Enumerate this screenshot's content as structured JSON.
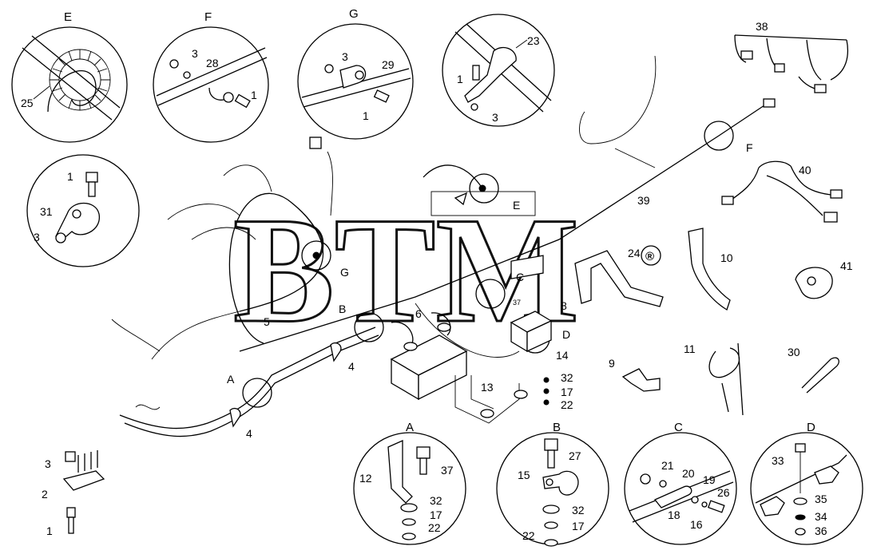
{
  "watermark": {
    "text": "BTM",
    "mark": "®"
  },
  "detail_views": [
    "E",
    "F",
    "G",
    "A",
    "B",
    "C",
    "D"
  ],
  "callouts": {
    "c25": "25",
    "c3e": "3",
    "c28": "28",
    "c1f": "1",
    "c3g": "3",
    "c29": "29",
    "c1g": "1",
    "c23": "23",
    "c1h": "1",
    "c3h": "3",
    "c38": "38",
    "c1i": "1",
    "c31": "31",
    "c3i": "3",
    "c40": "40",
    "c39": "39",
    "c24": "24",
    "c10": "10",
    "c41": "41",
    "c11": "11",
    "c30": "30",
    "c9": "9",
    "c8": "8",
    "c37m": "37",
    "c14": "14",
    "c32m": "32",
    "c17m": "17",
    "c22m": "22",
    "c13": "13",
    "c5": "5",
    "c6": "6",
    "c4a": "4",
    "c4b": "4",
    "c3l": "3",
    "c2": "2",
    "c1l": "1",
    "c12": "12",
    "c37a": "37",
    "c32a": "32",
    "c17a": "17",
    "c22a": "22",
    "c15": "15",
    "c27": "27",
    "c32b": "32",
    "c17b": "17",
    "c22b": "22",
    "c21": "21",
    "c20": "20",
    "c19": "19",
    "c18": "18",
    "c26": "26",
    "c16": "16",
    "c33": "33",
    "c35": "35",
    "c34": "34",
    "c36": "36"
  },
  "locator_letters": {
    "lE": "E",
    "lF": "F",
    "lG": "G",
    "lC": "C",
    "lB": "B",
    "lD": "D",
    "lA": "A"
  }
}
